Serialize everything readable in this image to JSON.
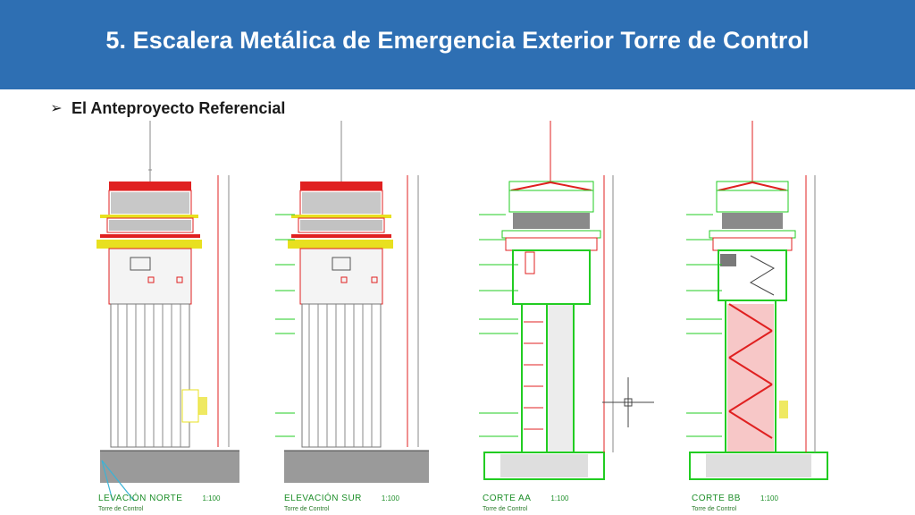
{
  "slide": {
    "title": "5. Escalera Metálica de Emergencia Exterior Torre de Control",
    "bullet_text": "El Anteproyecto Referencial"
  },
  "drawings": [
    {
      "title": "LEVACIÓN NORTE",
      "scale": "1:100",
      "subtitle": "Torre de Control"
    },
    {
      "title": "ELEVACIÓN SUR",
      "scale": "1:100",
      "subtitle": "Torre de Control"
    },
    {
      "title": "CORTE AA",
      "scale": "1:100",
      "subtitle": "Torre de Control"
    },
    {
      "title": "CORTE BB",
      "scale": "1:100",
      "subtitle": "Torre de Control"
    }
  ],
  "colors": {
    "header_bg": "#2e6fb3",
    "cad_red": "#e02020",
    "cad_green": "#22cc22",
    "cad_yellow": "#e8e020",
    "cad_gray": "#888888"
  }
}
